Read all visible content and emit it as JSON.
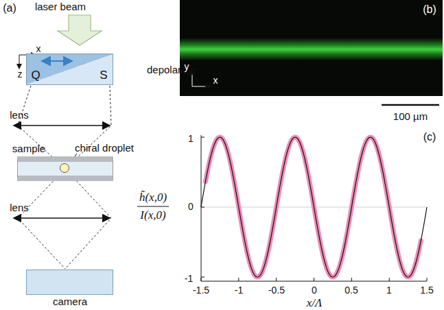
{
  "diagram": {
    "nodes": [
      {
        "text": [
          "Q",
          "S",
          "depolarizer"
        ]
      },
      {
        "text": [
          "sample"
        ]
      },
      {
        "text": [
          "camera"
        ]
      }
    ],
    "labels": [
      "(a)",
      "laser beam",
      "x",
      "z",
      "lens",
      "chiral droplet",
      "lens",
      "(b)",
      "y",
      "x",
      "100 µm",
      "(c)",
      "h̃(x,0)",
      "I(x,0)",
      "1",
      "0",
      "-1",
      "-1.5",
      "-1",
      "-0.5",
      "0",
      "0.5",
      "1",
      "1.5",
      "x/Λ"
    ]
  }
}
